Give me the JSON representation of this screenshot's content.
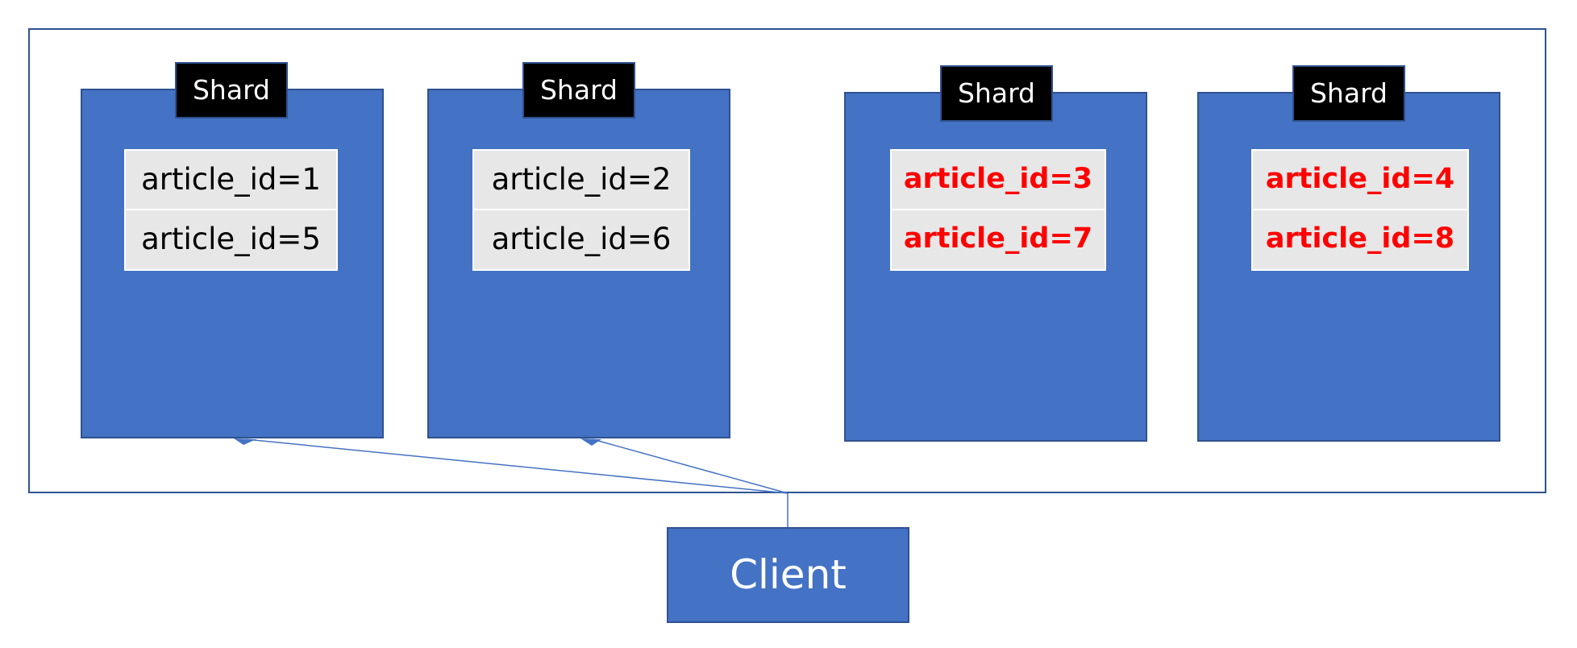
{
  "colors": {
    "shard_fill": "#4472c4",
    "border": "#2f528f",
    "label_fill": "#000000",
    "row_fill": "#e7e7e7",
    "highlight_text": "#ff0000"
  },
  "shards": [
    {
      "label": "Shard",
      "rows": [
        "article_id=1",
        "article_id=5"
      ]
    },
    {
      "label": "Shard",
      "rows": [
        "article_id=2",
        "article_id=6"
      ]
    },
    {
      "label": "Shard",
      "rows": [
        "article_id=3",
        "article_id=7"
      ]
    },
    {
      "label": "Shard",
      "rows": [
        "article_id=4",
        "article_id=8"
      ]
    }
  ],
  "client": {
    "label": "Client"
  }
}
